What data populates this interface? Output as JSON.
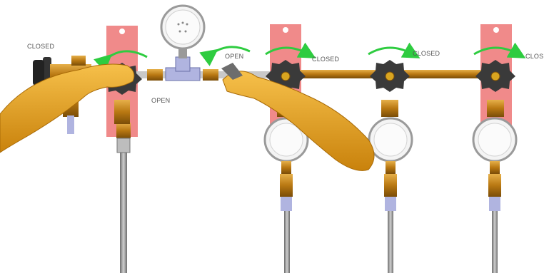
{
  "labels": {
    "closed_far_left": "CLOSED",
    "open_valve_1": "OPEN",
    "open_mid": "OPEN",
    "closed_valve_2": "CLOSED",
    "closed_valve_3": "CLOSED",
    "closed_valve_4_clipped": "CLOSE"
  },
  "colors": {
    "bracket": "#f08a8a",
    "brass": "#c98a1a",
    "brass_dark": "#8a5a0a",
    "knob": "#3a3a3a",
    "steel": "#9a9a9a",
    "tee": "#b0b4e0",
    "arrow": "#2ecc40",
    "hand": "#e8a31a",
    "gauge_face": "#f4f4f4"
  },
  "icons": {
    "rotation_arrow": "curved-green-arrow-icon",
    "valve_knob": "star-knob-icon",
    "pressure_gauge": "round-gauge-icon",
    "hand": "gloved-hand-icon"
  }
}
